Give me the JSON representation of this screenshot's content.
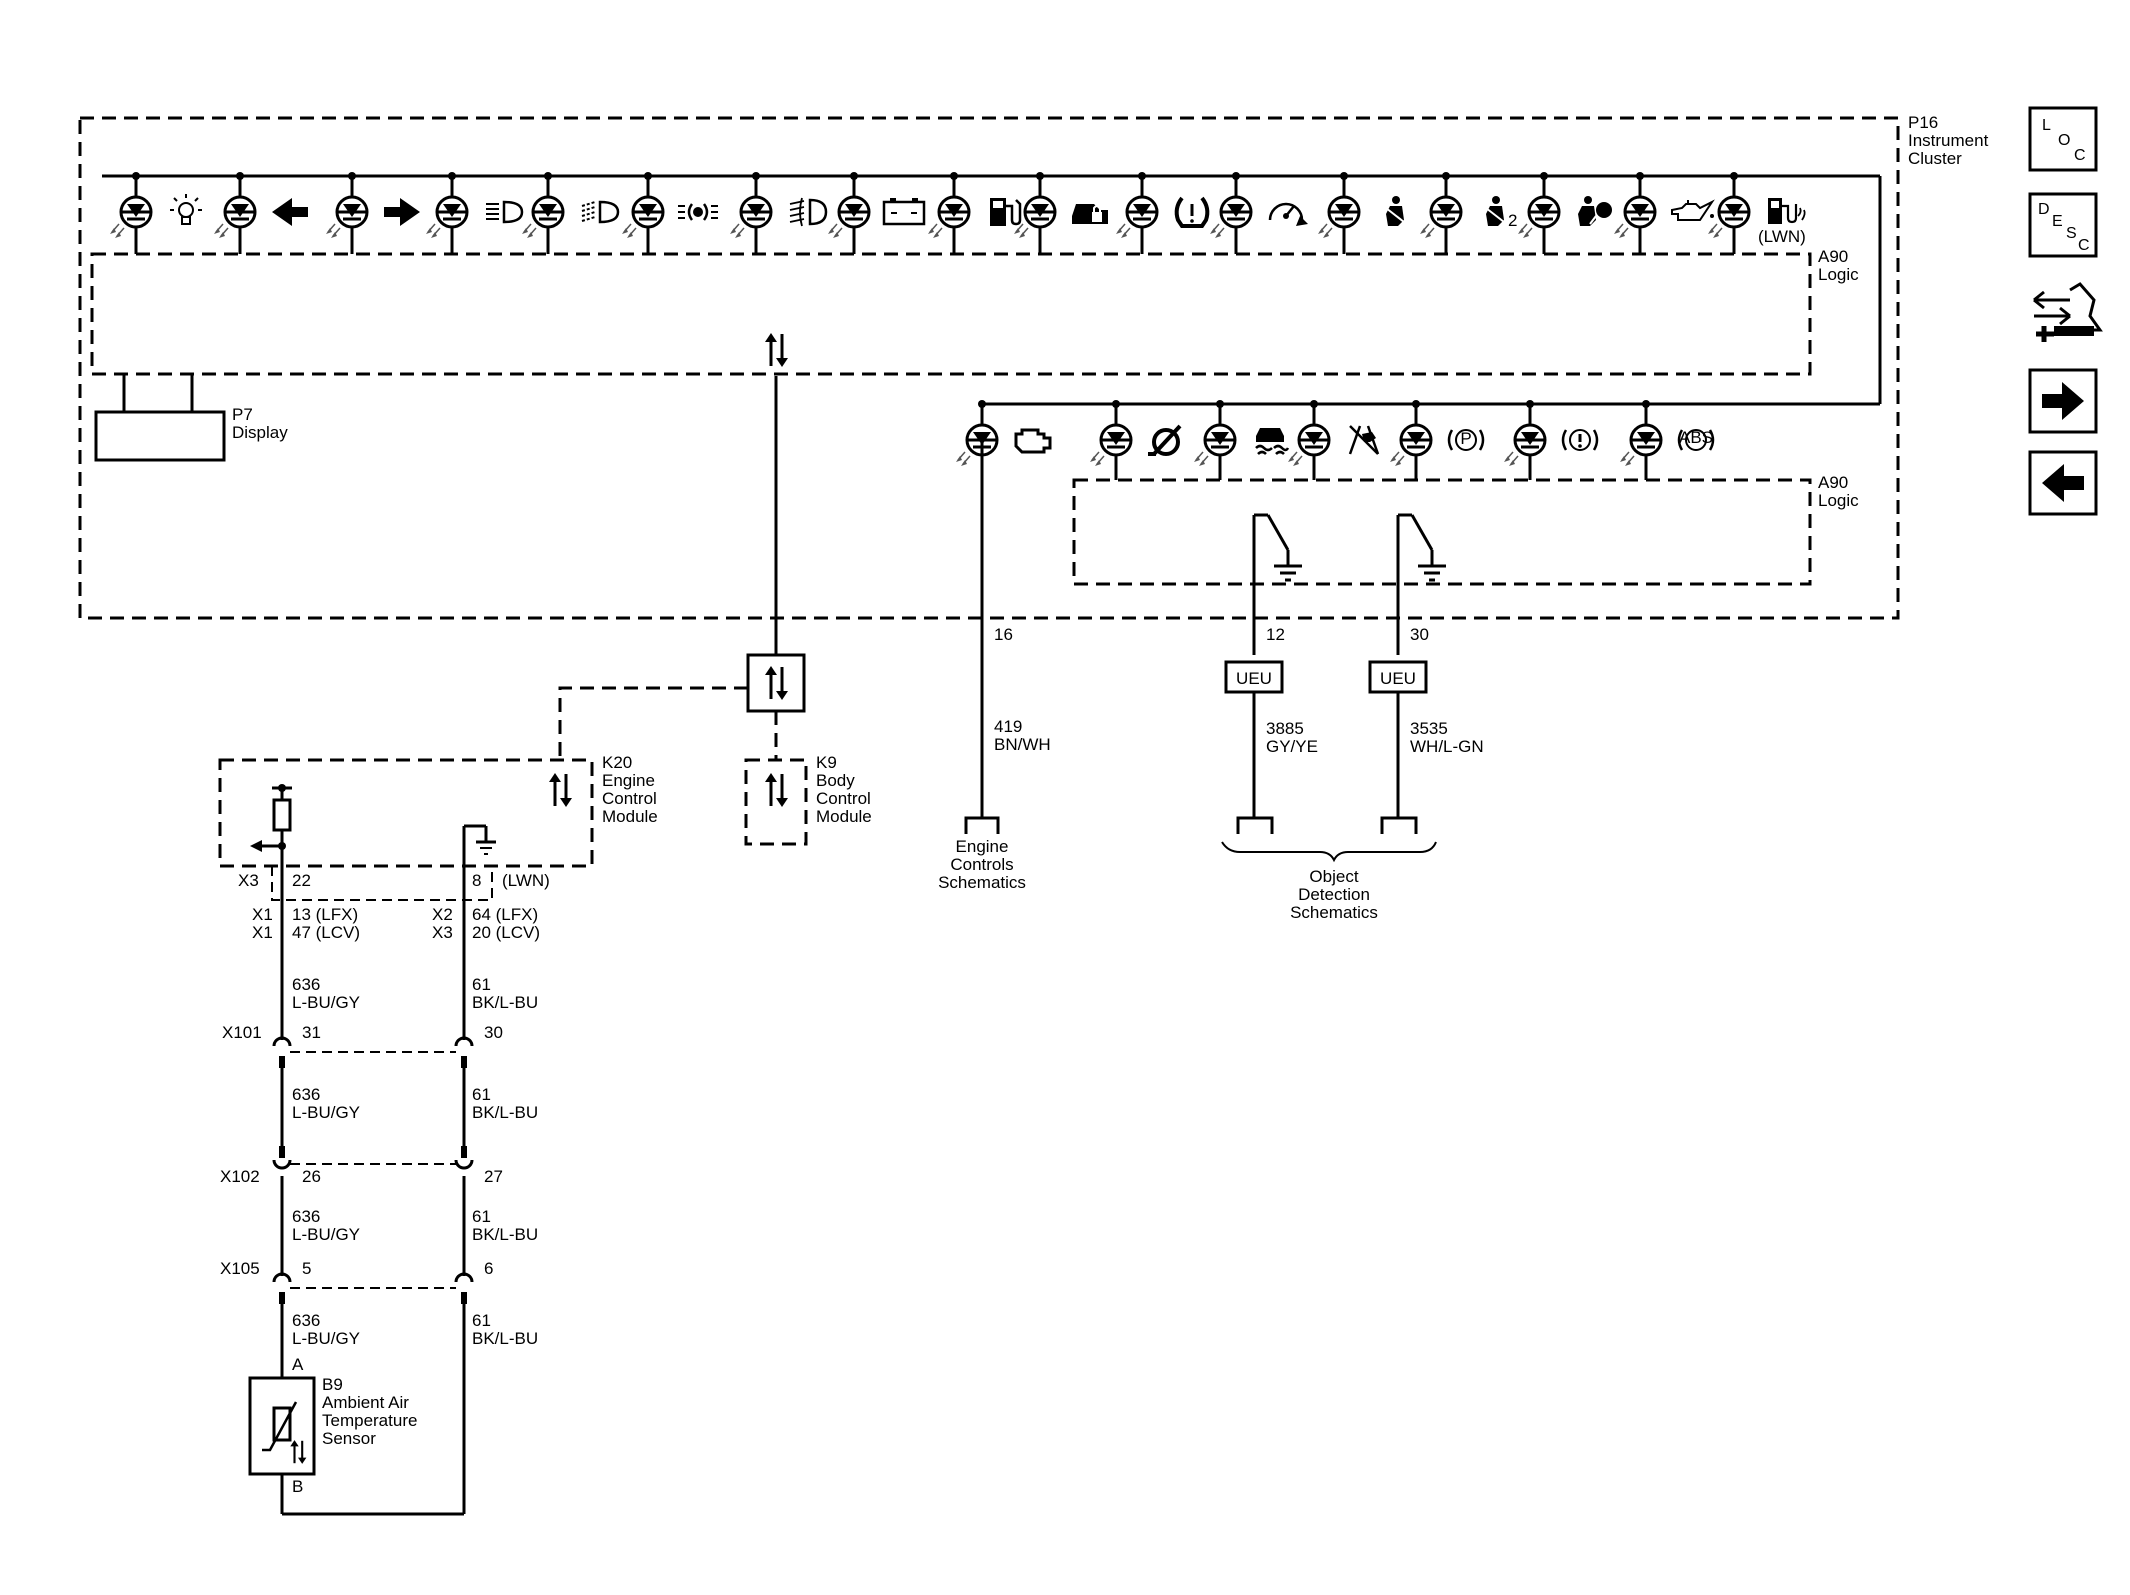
{
  "cluster": {
    "ref": "P16",
    "name_line1": "Instrument",
    "name_line2": "Cluster"
  },
  "logic_top": {
    "ref": "A90",
    "name": "Logic"
  },
  "logic_bottom": {
    "ref": "A90",
    "name": "Logic"
  },
  "display": {
    "ref": "P7",
    "name": "Display"
  },
  "lwn_tag": "(LWN)",
  "seat_index": "2",
  "bcm": {
    "ref": "K9",
    "name_line1": "Body",
    "name_line2": "Control",
    "name_line3": "Module"
  },
  "ecm": {
    "ref": "K20",
    "name_line1": "Engine",
    "name_line2": "Control",
    "name_line3": "Module"
  },
  "ecm_pins": {
    "connector": "X3",
    "pin_left": "22",
    "pin_right": "8",
    "lwn": "(LWN)"
  },
  "x1_lfx": {
    "conn": "X1",
    "pin": "13 (LFX)"
  },
  "x1_lcv": {
    "conn": "X1",
    "pin": "47 (LCV)"
  },
  "x2_lfx": {
    "conn": "X2",
    "pin": "64 (LFX)"
  },
  "x3_lcv": {
    "conn": "X3",
    "pin": "20 (LCV)"
  },
  "wire_left": {
    "circuit": "636",
    "color": "L-BU/GY"
  },
  "wire_right": {
    "circuit": "61",
    "color": "BK/L-BU"
  },
  "x101": {
    "conn": "X101",
    "pin_left": "31",
    "pin_right": "30"
  },
  "x102": {
    "conn": "X102",
    "pin_left": "26",
    "pin_right": "27"
  },
  "x105": {
    "conn": "X105",
    "pin_left": "5",
    "pin_right": "6"
  },
  "sensor": {
    "ref": "B9",
    "name_line1": "Ambient Air",
    "name_line2": "Temperature",
    "name_line3": "Sensor",
    "pin_a": "A",
    "pin_b": "B"
  },
  "engine_circuit": {
    "pin": "16",
    "circuit": "419",
    "color": "BN/WH"
  },
  "engine_ref": {
    "line1": "Engine",
    "line2": "Controls",
    "line3": "Schematics"
  },
  "od_left": {
    "pin": "12",
    "label": "UEU",
    "circuit": "3885",
    "color": "GY/YE"
  },
  "od_right": {
    "pin": "30",
    "label": "UEU",
    "circuit": "3535",
    "color": "WH/L-GN"
  },
  "od_ref": {
    "line1": "Object",
    "line2": "Detection",
    "line3": "Schematics"
  },
  "nav": {
    "loc": {
      "l1": "L",
      "l2": "O",
      "l3": "C"
    },
    "desc": {
      "l1": "D",
      "l2": "E",
      "l3": "S",
      "l4": "C"
    }
  },
  "icons_top": [
    "bulb-lamp",
    "left-turn-arrow",
    "right-turn-arrow",
    "high-beam",
    "low-beam",
    "park-lamps",
    "fog-lamp",
    "battery",
    "fuel-pump",
    "door-lock",
    "tire-pressure",
    "cruise-control",
    "seat-belt",
    "passenger-seat-belt",
    "airbag",
    "oil-can",
    "fuel-low"
  ],
  "icons_bottom": [
    "check-engine",
    "security",
    "traction-control",
    "lane-off",
    "park-brake",
    "brake-warning",
    "abs"
  ],
  "colors": {
    "line": "#000000",
    "background": "#ffffff"
  }
}
